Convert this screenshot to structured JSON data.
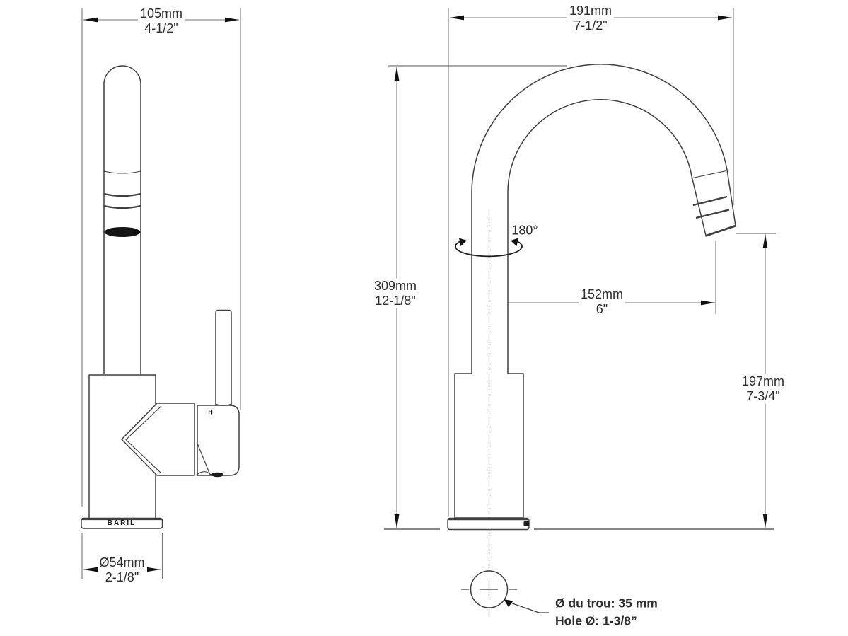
{
  "colors": {
    "background": "#ffffff",
    "outline": "#3f3f3f",
    "dimension_line": "#7a7a7a",
    "arrowhead": "#111111",
    "text": "#2d2d2d"
  },
  "left_view": {
    "logo": "BARIL",
    "handle_marker": "H",
    "dim_overall_width": {
      "mm": "105mm",
      "inch": "4-1/2\""
    },
    "dim_base_diameter": {
      "mm": "Ø54mm",
      "inch": "2-1/8\""
    }
  },
  "right_view": {
    "dim_overall_width": {
      "mm": "191mm",
      "inch": "7-1/2\""
    },
    "dim_overall_height": {
      "mm": "309mm",
      "inch": "12-1/8\""
    },
    "dim_spout_reach": {
      "mm": "152mm",
      "inch": "6\""
    },
    "dim_spout_clearance": {
      "mm": "197mm",
      "inch": "7-3/4\""
    },
    "swivel_angle": "180°"
  },
  "hole_detail": {
    "note_fr": "Ø du trou: 35 mm",
    "note_en": "Hole Ø: 1-3/8”"
  }
}
